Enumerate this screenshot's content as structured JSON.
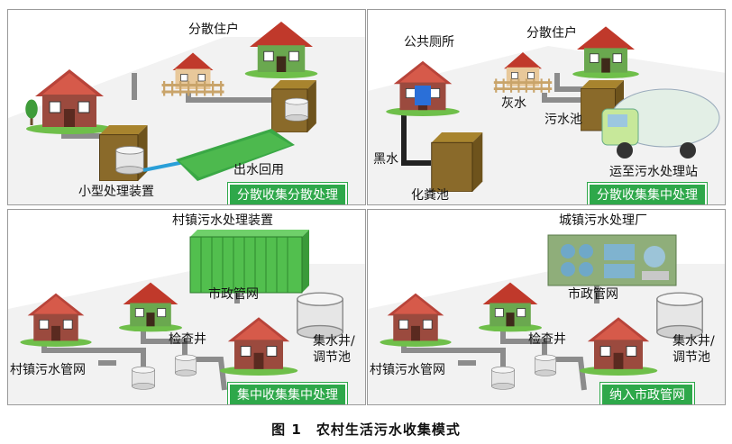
{
  "panels": [
    {
      "labels": {
        "houses": "分散住户",
        "device": "小型处理装置",
        "reuse": "出水回用"
      },
      "badge": "分散收集分散处理"
    },
    {
      "labels": {
        "toilet": "公共厕所",
        "houses": "分散住户",
        "greywater": "灰水",
        "tank": "污水池",
        "blackwater": "黑水",
        "septic": "化粪池",
        "truck": "运至污水处理站"
      },
      "badge": "分散收集集中处理"
    },
    {
      "labels": {
        "device": "村镇污水处理装置",
        "municipal": "市政管网",
        "well": "检查井",
        "sump_line1": "集水井/",
        "sump_line2": "调节池",
        "network": "村镇污水管网"
      },
      "badge": "集中收集集中处理"
    },
    {
      "labels": {
        "plant": "城镇污水处理厂",
        "municipal": "市政管网",
        "well": "检查井",
        "sump_line1": "集水井/",
        "sump_line2": "调节池",
        "network": "村镇污水管网"
      },
      "badge": "纳入市政管网"
    }
  ],
  "caption": "图 1　农村生活污水收集模式",
  "colors": {
    "badge": "#2ea84a",
    "roof": "#c0392b",
    "wall": "#8b4a3a",
    "tank": "#8a6a2a",
    "pipe": "#8c8c8c",
    "grass": "#4caf50"
  }
}
